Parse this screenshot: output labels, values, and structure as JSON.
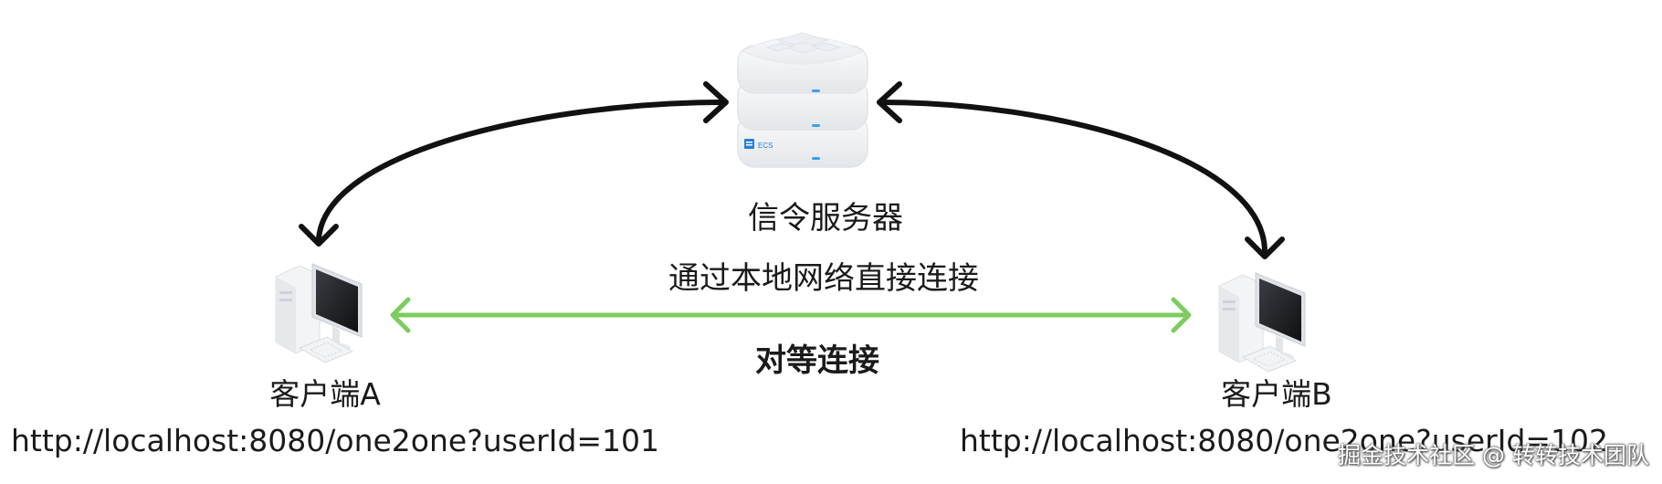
{
  "nodes": {
    "server": {
      "label": "信令服务器",
      "badge": "ECS"
    },
    "client_a": {
      "label": "客户端A",
      "url": "http://localhost:8080/one2one?userId=101"
    },
    "client_b": {
      "label": "客户端B",
      "url": "http://localhost:8080/one2one?userId=102"
    }
  },
  "edges": {
    "direct": {
      "label": "通过本地网络直接连接"
    },
    "p2p": {
      "label": "对等连接"
    }
  },
  "watermark": "掘金技术社区 @ 转转技术团队",
  "colors": {
    "signaling_arrow": "#111111",
    "p2p_arrow": "#7dcc60",
    "server_led": "#3aa0e8",
    "badge_blue": "#2a7fd4"
  }
}
